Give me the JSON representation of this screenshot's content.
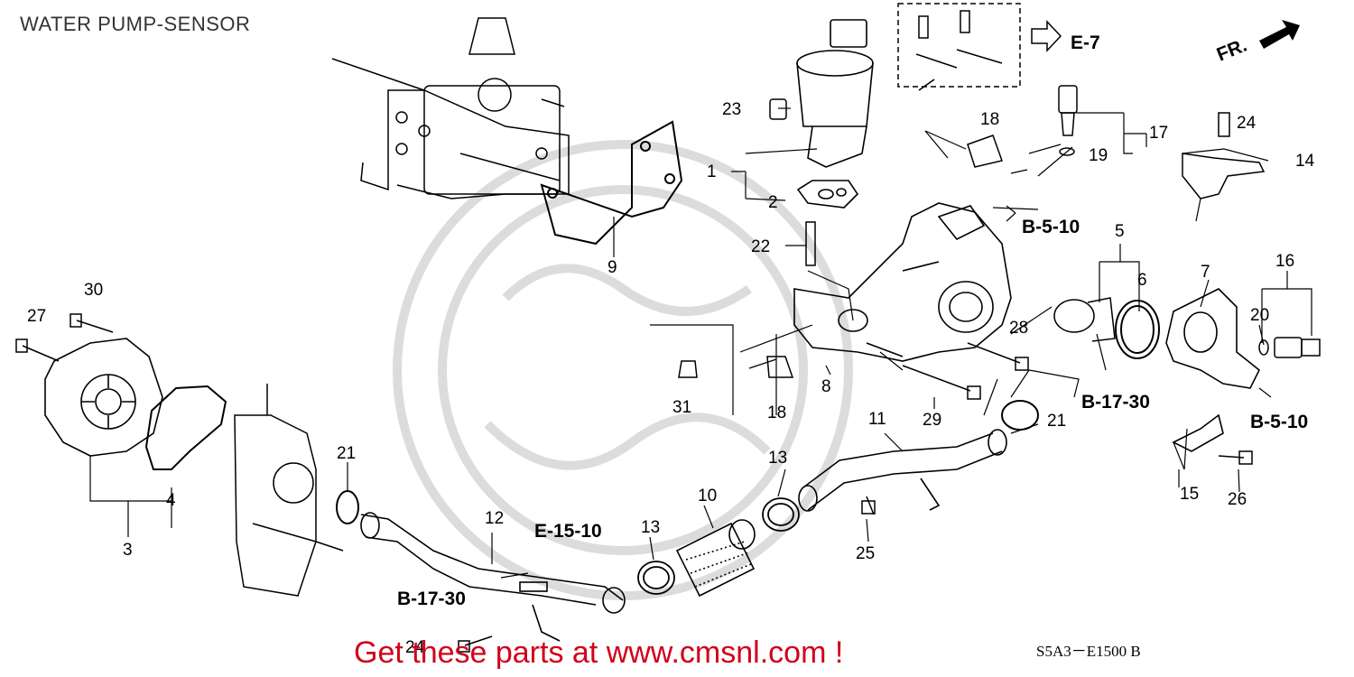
{
  "title": "WATER PUMP-SENSOR",
  "refs": {
    "e7": "E-7",
    "b510_top": "B-5-10",
    "b1730_right": "B-17-30",
    "b510_right": "B-5-10",
    "e1510": "E-15-10",
    "b1730_bottom": "B-17-30"
  },
  "front_label": "FR.",
  "callouts": {
    "c1": "1",
    "c2": "2",
    "c3": "3",
    "c4": "4",
    "c5": "5",
    "c6": "6",
    "c7": "7",
    "c8": "8",
    "c9": "9",
    "c10": "10",
    "c11": "11",
    "c12": "12",
    "c13a": "13",
    "c13b": "13",
    "c14": "14",
    "c15": "15",
    "c16": "16",
    "c17": "17",
    "c18a": "18",
    "c18b": "18",
    "c19": "19",
    "c20": "20",
    "c21a": "21",
    "c21b": "21",
    "c22": "22",
    "c23": "23",
    "c24a": "24",
    "c24b": "24",
    "c25": "25",
    "c26": "26",
    "c27": "27",
    "c28": "28",
    "c29": "29",
    "c30": "30",
    "c31": "31"
  },
  "promo": "Get these parts at www.cmsnl.com !",
  "diagram_code": "S5A3－E1500 B",
  "colors": {
    "promo": "#d0021b",
    "line": "#000000",
    "watermark": "#d9d9d9"
  }
}
